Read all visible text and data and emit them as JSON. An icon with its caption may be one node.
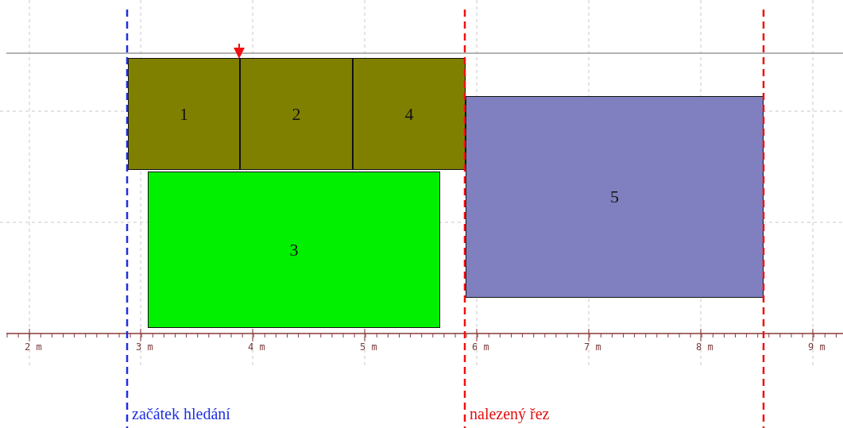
{
  "diagram": {
    "nodes": [
      {
        "text": [
          "1"
        ]
      },
      {
        "text": [
          "2"
        ]
      },
      {
        "text": [
          "4"
        ]
      },
      {
        "text": [
          "5"
        ]
      },
      {
        "text": [
          "3"
        ]
      }
    ],
    "edges": [],
    "labels": [
      "2 m",
      "3 m",
      "4 m",
      "5 m",
      "6 m",
      "7 m",
      "8 m",
      "9 m",
      "začátek hledání",
      "nalezený řez"
    ]
  }
}
